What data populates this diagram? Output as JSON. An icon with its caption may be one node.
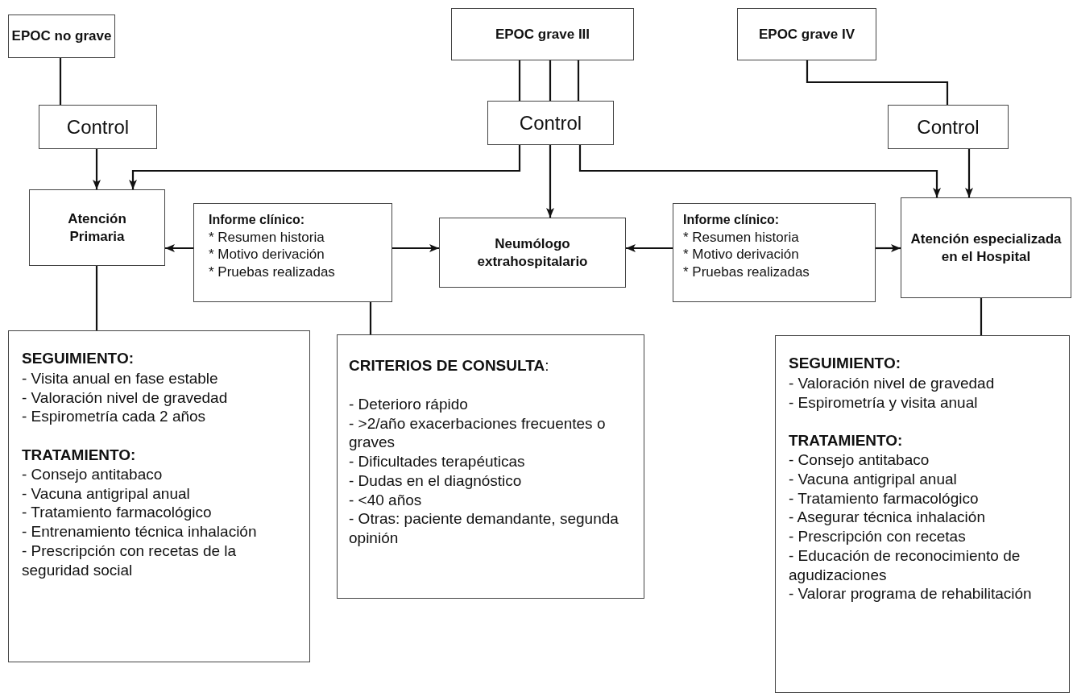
{
  "diagram": {
    "nodes": [
      {
        "text": [
          "EPOC no grave"
        ]
      },
      {
        "text": [
          "EPOC grave III"
        ]
      },
      {
        "text": [
          "EPOC  grave IV"
        ]
      },
      {
        "text": [
          "Control"
        ]
      },
      {
        "text": [
          "Control"
        ]
      },
      {
        "text": [
          "Control"
        ]
      },
      {
        "text": [
          "Atención Primaria"
        ]
      },
      {
        "text": [
          "Informe clínico:",
          "* Resumen historia",
          "* Motivo derivación",
          "* Pruebas realizadas"
        ]
      },
      {
        "text": [
          "Neumólogo extrahospitalario"
        ]
      },
      {
        "text": [
          "Informe clínico:",
          "* Resumen historia",
          "* Motivo derivación",
          "* Pruebas realizadas"
        ]
      },
      {
        "text": [
          "Atención especializada en el Hospital"
        ]
      },
      {
        "text": [
          "SEGUIMIENTO:",
          "- Visita anual en fase estable",
          "- Valoración nivel de gravedad",
          "- Espirometría cada 2 años",
          "TRATAMIENTO:",
          "- Consejo antitabaco",
          "- Vacuna antigripal anual",
          "- Tratamiento farmacológico",
          "- Entrenamiento técnica inhalación",
          "- Prescripción con recetas de la seguridad social"
        ]
      },
      {
        "text": [
          "**CRITERIOS DE CONSULTA**:",
          "- Deterioro rápido",
          "- >2/año exacerbaciones frecuentes o graves",
          "- Dificultades terapéuticas",
          "- Dudas en el diagnóstico",
          "- <40 años",
          "- Otras: paciente demandante, segunda opinión"
        ]
      },
      {
        "text": [
          "SEGUIMIENTO:",
          "- Valoración nivel de gravedad",
          "- Espirometría y visita anual",
          "TRATAMIENTO:",
          "- Consejo antitabaco",
          "- Vacuna antigripal anual",
          "- Tratamiento farmacológico",
          "- Asegurar técnica inhalación",
          "- Prescripción con recetas",
          "- Educación de reconocimiento de agudizaciones",
          "- Valorar programa de rehabilitación"
        ]
      }
    ],
    "edges": [
      {
        "from": 0,
        "to": 3,
        "arrow": "none"
      },
      {
        "from": 3,
        "to": 6,
        "arrow": "to"
      },
      {
        "from": 1,
        "to": 4,
        "arrow": "none"
      },
      {
        "from": 1,
        "to": 4,
        "arrow": "none"
      },
      {
        "from": 1,
        "to": 4,
        "arrow": "none"
      },
      {
        "from": 4,
        "to": 6,
        "arrow": "to"
      },
      {
        "from": 4,
        "to": 8,
        "arrow": "to"
      },
      {
        "from": 4,
        "to": 10,
        "arrow": "to"
      },
      {
        "from": 2,
        "to": 5,
        "arrow": "none"
      },
      {
        "from": 5,
        "to": 10,
        "arrow": "to"
      },
      {
        "from": 7,
        "to": 6,
        "arrow": "to"
      },
      {
        "from": 7,
        "to": 8,
        "arrow": "to"
      },
      {
        "from": 9,
        "to": 8,
        "arrow": "to"
      },
      {
        "from": 9,
        "to": 10,
        "arrow": "to"
      },
      {
        "from": 6,
        "to": 11,
        "arrow": "none"
      },
      {
        "from": 7,
        "to": 12,
        "arrow": "none"
      },
      {
        "from": 10,
        "to": 13,
        "arrow": "none"
      }
    ]
  }
}
